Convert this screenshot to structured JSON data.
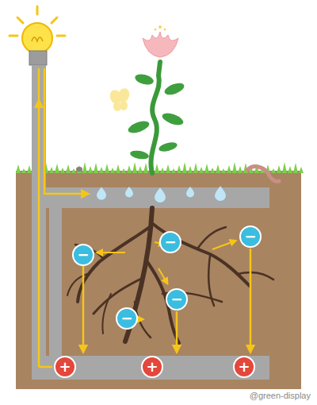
{
  "diagram": {
    "nodes": [
      {
        "text": [
          "−"
        ]
      },
      {
        "text": [
          "−"
        ]
      },
      {
        "text": [
          "−"
        ]
      },
      {
        "text": [
          "−"
        ]
      },
      {
        "text": [
          "−"
        ]
      },
      {
        "text": [
          "+"
        ]
      },
      {
        "text": [
          "+"
        ]
      },
      {
        "text": [
          "+"
        ]
      }
    ],
    "labels": [
      "@green-display"
    ]
  }
}
